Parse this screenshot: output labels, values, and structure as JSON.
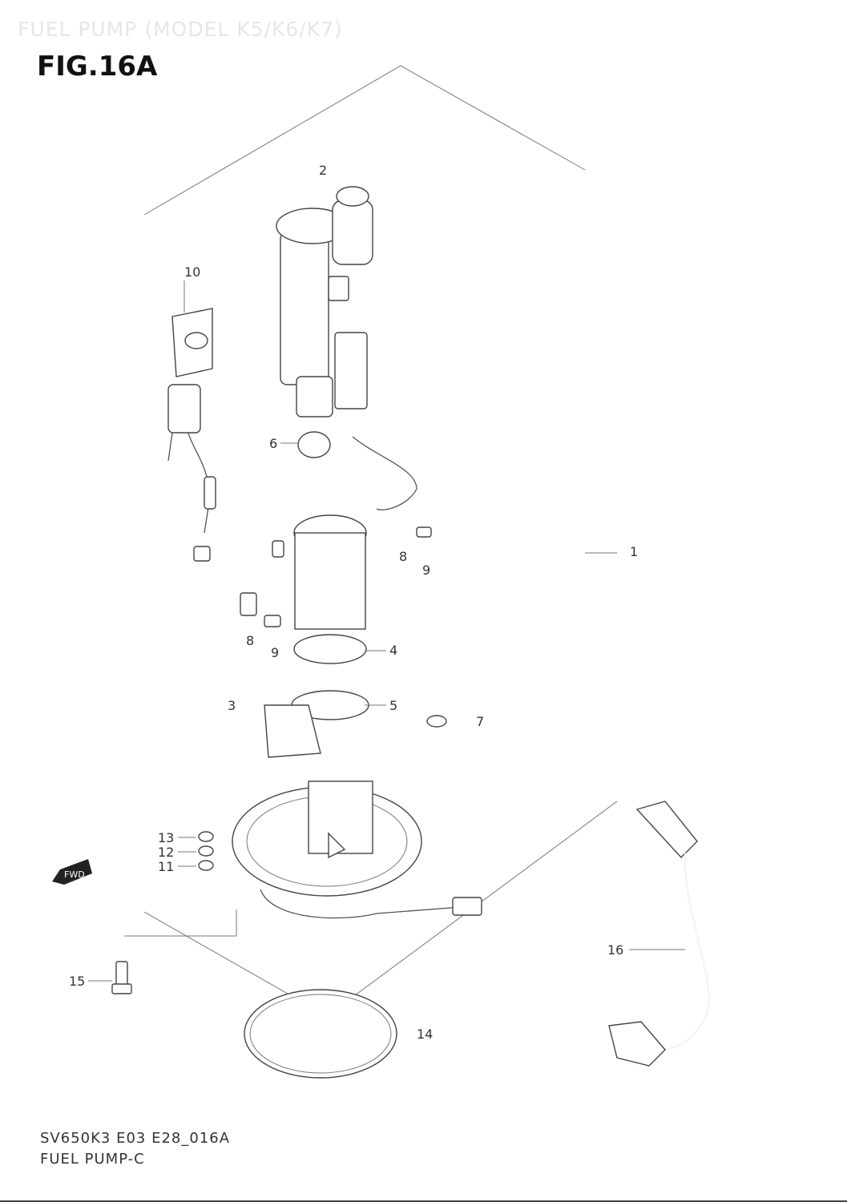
{
  "header": {
    "faint_title": "FUEL PUMP (MODEL K5/K6/K7)",
    "figure": "FIG.16A"
  },
  "fwd_label": "FWD",
  "callouts": [
    "1",
    "2",
    "3",
    "4",
    "5",
    "6",
    "7",
    "8",
    "9",
    "8",
    "9",
    "10",
    "11",
    "12",
    "13",
    "14",
    "15",
    "16"
  ],
  "footer": {
    "code": "SV650K3 E03 E28_016A",
    "name": "FUEL PUMP-C"
  }
}
